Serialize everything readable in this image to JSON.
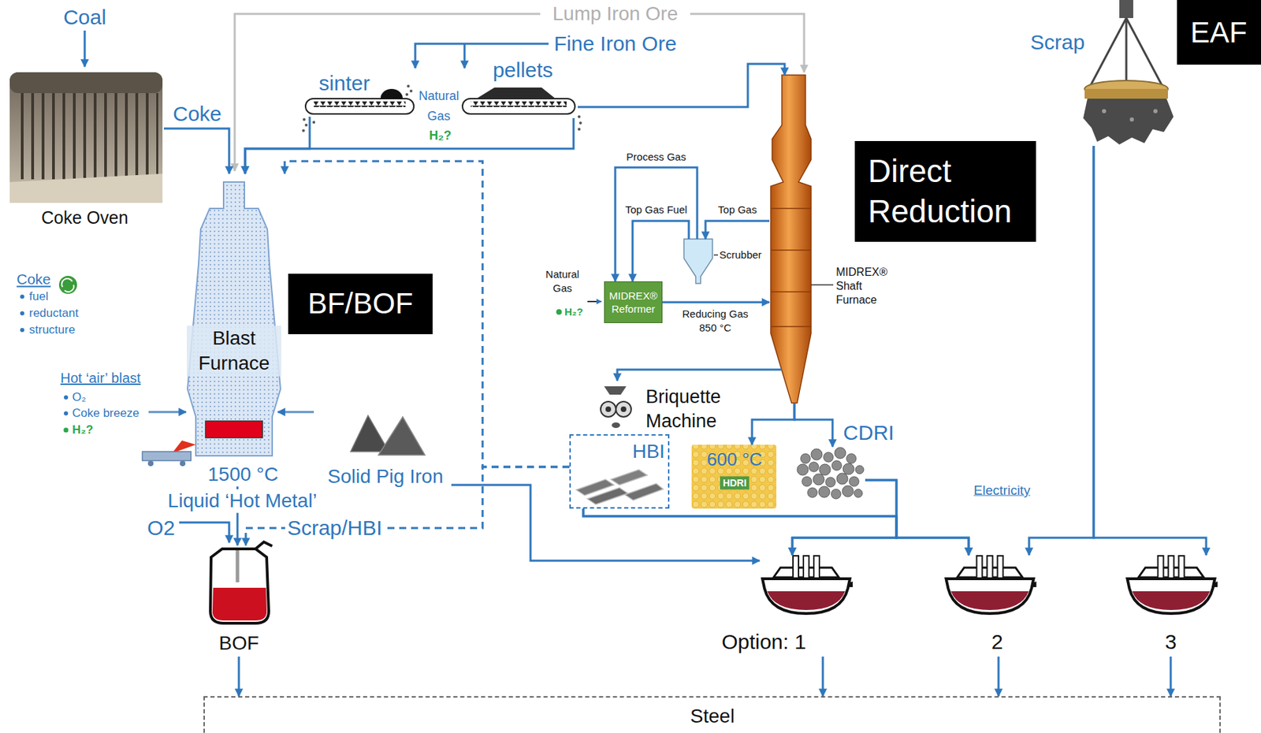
{
  "diagram": {
    "nodes": [
      {
        "text": [
          "Coke Oven"
        ]
      },
      {
        "text": [
          "sinter"
        ]
      },
      {
        "text": [
          "pellets"
        ]
      },
      {
        "text": [
          "MIDREX® Shaft Furnace"
        ]
      },
      {
        "text": [
          "Scrap"
        ]
      },
      {
        "text": [
          "EAF"
        ]
      },
      {
        "text": [
          "Direct Reduction"
        ]
      },
      {
        "text": [
          "MIDREX® Reformer"
        ]
      },
      {
        "text": [
          "Scrubber"
        ]
      },
      {
        "text": [
          "BF/BOF"
        ]
      },
      {
        "text": [
          "Blast Furnace"
        ]
      },
      {
        "text": [
          "Solid Pig Iron"
        ]
      },
      {
        "text": [
          "Briquette Machine"
        ]
      },
      {
        "text": [
          "HBI"
        ]
      },
      {
        "text": [
          "600 °C",
          "HDRI"
        ]
      },
      {
        "text": [
          "CDRI"
        ]
      },
      {
        "text": [
          "BOF"
        ]
      },
      {
        "text": [
          "Option: 1"
        ]
      },
      {
        "text": [
          "2"
        ]
      },
      {
        "text": [
          "3"
        ]
      },
      {
        "text": [
          "Steel"
        ]
      }
    ],
    "edges": [
      {
        "from": 0,
        "to": 10,
        "label": "Coke",
        "arrow": "to"
      },
      {
        "from": 1,
        "to": 10,
        "arrow": "to"
      },
      {
        "from": 2,
        "to": 10,
        "arrow": "to"
      },
      {
        "from": 2,
        "to": 3,
        "arrow": "to"
      },
      {
        "from": 7,
        "to": 3,
        "label": "Reducing Gas",
        "arrow": "to"
      },
      {
        "from": 3,
        "to": 8,
        "label": "Top Gas",
        "arrow": "to"
      },
      {
        "from": 8,
        "to": 7,
        "label": "Top Gas Fuel",
        "arrow": "to"
      },
      {
        "from": 8,
        "to": 7,
        "label": "Process Gas",
        "arrow": "to"
      },
      {
        "from": 3,
        "to": 12,
        "arrow": "to"
      },
      {
        "from": 3,
        "to": 14,
        "arrow": "to"
      },
      {
        "from": 3,
        "to": 15,
        "arrow": "to"
      },
      {
        "from": 13,
        "to": 10,
        "arrow": "to"
      },
      {
        "from": 13,
        "to": 16,
        "label": "Scrap/HBI",
        "arrow": "to"
      },
      {
        "from": 10,
        "to": 16,
        "label": "Liquid ‘Hot Metal’",
        "arrow": "to"
      },
      {
        "from": 11,
        "to": 17,
        "arrow": "to"
      },
      {
        "from": 13,
        "to": 17,
        "arrow": "to"
      },
      {
        "from": 13,
        "to": 18,
        "arrow": "to"
      },
      {
        "from": 15,
        "to": 17,
        "arrow": "to"
      },
      {
        "from": 15,
        "to": 18,
        "arrow": "to"
      },
      {
        "from": 4,
        "to": 18,
        "arrow": "to"
      },
      {
        "from": 4,
        "to": 19,
        "arrow": "to"
      },
      {
        "from": 16,
        "to": 20,
        "arrow": "to"
      },
      {
        "from": 17,
        "to": 20,
        "arrow": "to"
      },
      {
        "from": 18,
        "to": 20,
        "arrow": "to"
      },
      {
        "from": 19,
        "to": 20,
        "arrow": "to"
      }
    ],
    "labels": [
      "Coal",
      "Lump Iron Ore",
      "Fine Iron Ore",
      "Natural Gas",
      "H₂?",
      "Coke",
      "fuel",
      "reductant",
      "structure",
      "Hot ‘air’ blast",
      "O₂",
      "Coke breeze",
      "H₂?",
      "1500 °C",
      "O2",
      "Natural Gas",
      "H₂?",
      "850 °C",
      "Electricity"
    ]
  }
}
